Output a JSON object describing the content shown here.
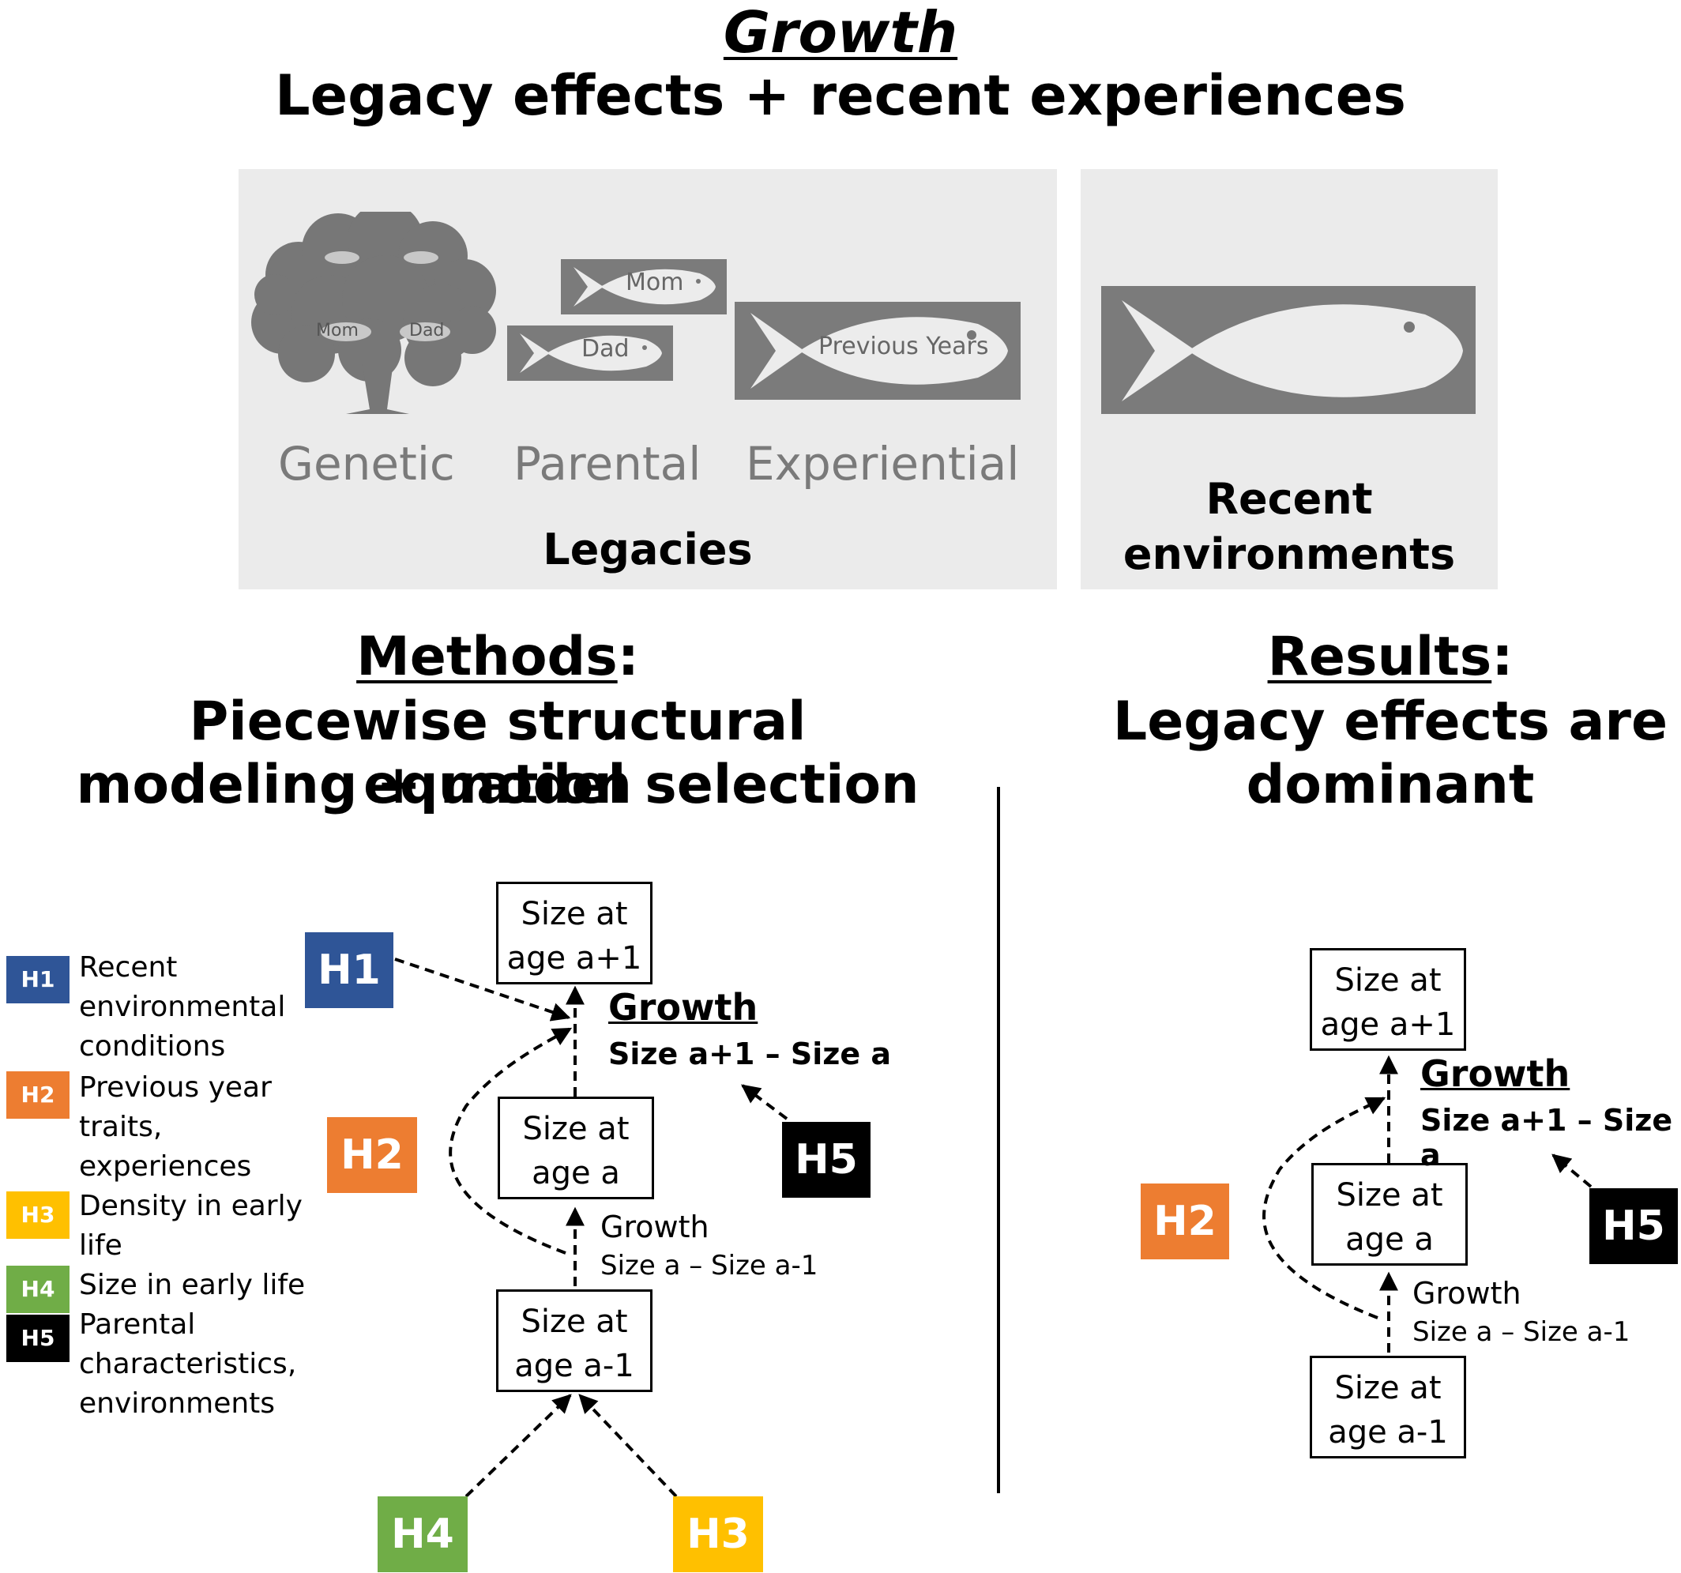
{
  "header": {
    "title": "Growth",
    "subtitle": "Legacy effects + recent experiences"
  },
  "legacies_panel": {
    "tree_labels": {
      "mom": "Mom",
      "dad": "Dad"
    },
    "fish_mom": "Mom",
    "fish_dad": "Dad",
    "fish_previous": "Previous Years",
    "labels": [
      "Genetic",
      "Parental",
      "Experiential"
    ],
    "caption": "Legacies"
  },
  "recent_panel": {
    "caption_line1": "Recent",
    "caption_line2": "environments"
  },
  "methods": {
    "heading": "Methods",
    "colon": ":",
    "line1": "Piecewise structural equation",
    "line2": "modeling + model selection"
  },
  "results": {
    "heading": "Results",
    "colon": ":",
    "line1": "Legacy effects are",
    "line2": "dominant"
  },
  "legend": [
    {
      "code": "H1",
      "color": "#2f5597",
      "text": "Recent environmental conditions"
    },
    {
      "code": "H2",
      "color": "#ed7d31",
      "text": "Previous year traits, experiences"
    },
    {
      "code": "H3",
      "color": "#ffc000",
      "text": "Density in early life"
    },
    {
      "code": "H4",
      "color": "#70ad47",
      "text": "Size in early life"
    },
    {
      "code": "H5",
      "color": "#000000",
      "text": "Parental characteristics, environments"
    }
  ],
  "diagram": {
    "box_top_l1": "Size at",
    "box_top_l2": "age a+1",
    "box_mid_l1": "Size at",
    "box_mid_l2": "age a",
    "box_bot_l1": "Size at",
    "box_bot_l2": "age a-1",
    "growth_title": "Growth",
    "growth_formula": "Size a+1 – Size a",
    "growth2_title": "Growth",
    "growth2_formula": "Size a – Size a-1",
    "h1": "H1",
    "h2": "H2",
    "h3": "H3",
    "h4": "H4",
    "h5": "H5"
  }
}
